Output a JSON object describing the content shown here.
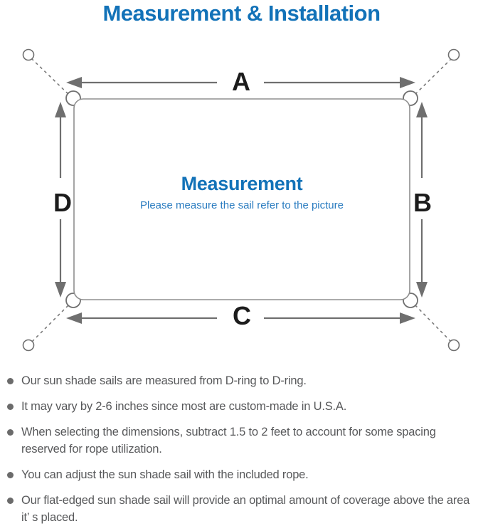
{
  "title": "Measurement & Installation",
  "diagram": {
    "labels": {
      "top": "A",
      "right": "B",
      "bottom": "C",
      "left": "D"
    },
    "center_heading": "Measurement",
    "center_subtitle": "Please measure the sail refer to the picture"
  },
  "notes": {
    "items": [
      "Our sun shade sails are measured from D-ring to D-ring.",
      "It may vary by 2-6 inches since most are custom-made in U.S.A.",
      "When selecting the dimensions, subtract 1.5 to 2 feet to account for some spacing reserved for rope utilization.",
      "You can adjust the sun shade sail with the included rope.",
      "Our flat-edged sun shade sail will provide an optimal amount of coverage above the area it’ s placed."
    ]
  },
  "colors": {
    "title_blue": "#1272B8",
    "subtitle_blue": "#2A7CC0",
    "diagram_gray": "#6f6f6f",
    "outline_gray": "#8f8f8f",
    "note_text_gray": "#58595b",
    "label_black": "#1c1c1c"
  }
}
